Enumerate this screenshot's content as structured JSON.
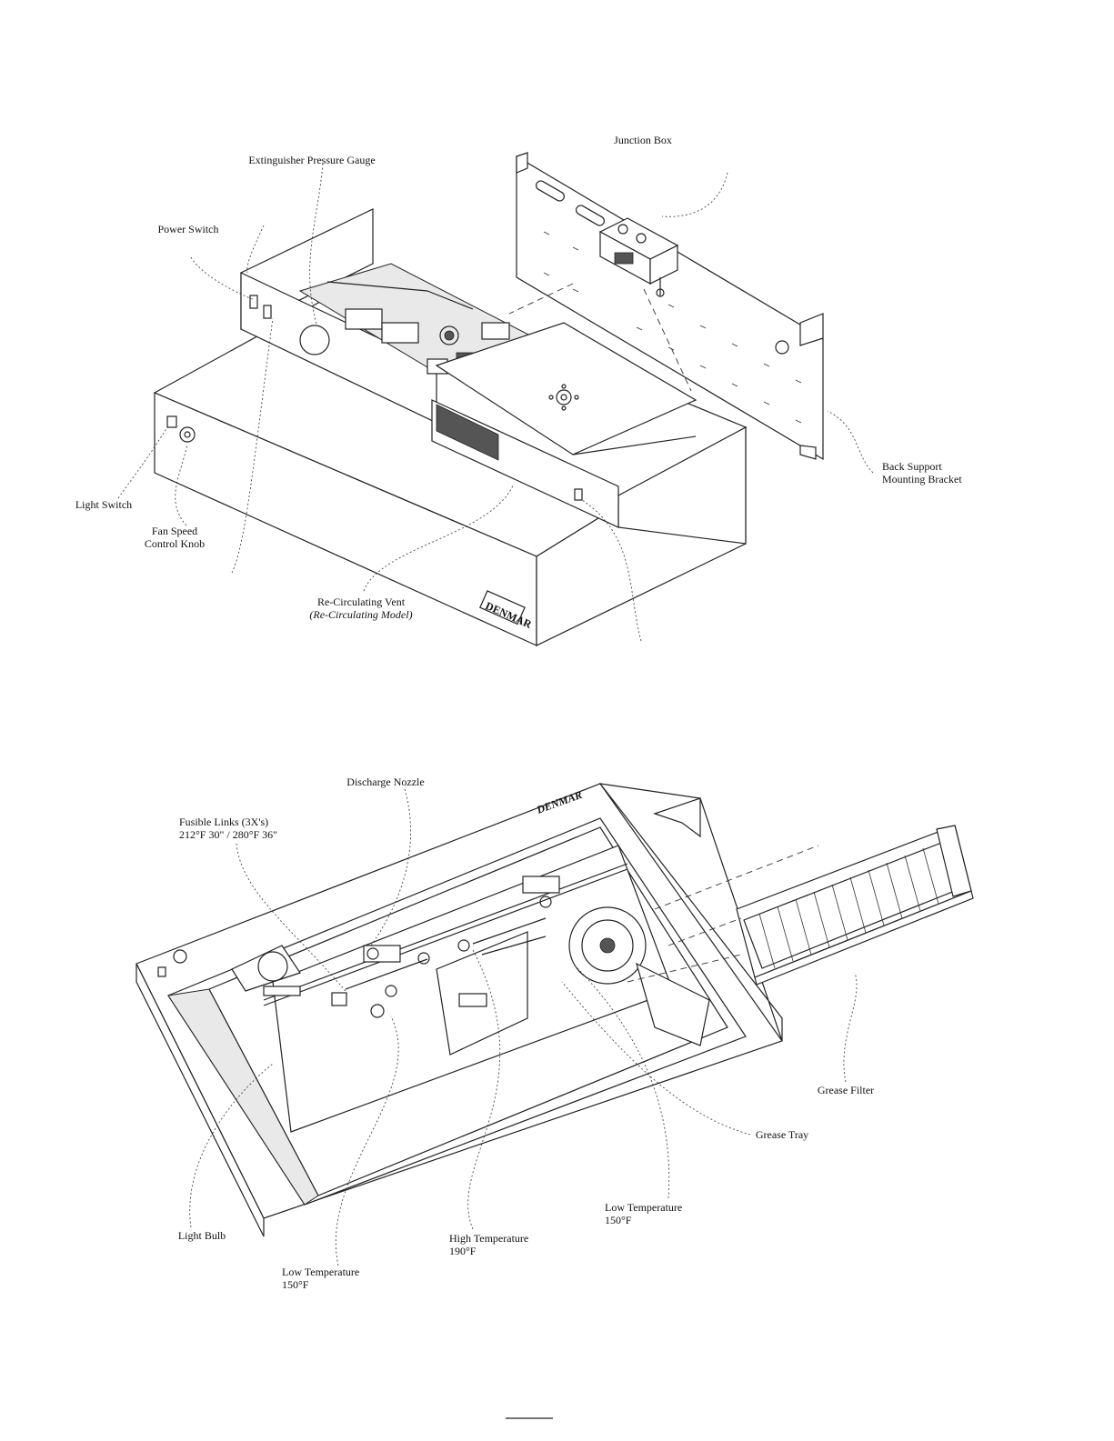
{
  "page_footer": "",
  "brand_mark": "DENMAR",
  "upper_view": {
    "labels": {
      "junction_box": "Junction Box",
      "extinguisher_pressure_gauge": "Extinguisher Pressure Gauge",
      "power_switch": "Power Switch",
      "light_switch": "Light Switch",
      "fan_speed_line1": "Fan Speed",
      "fan_speed_line2": "Control Knob",
      "back_support_line1": "Back Support",
      "back_support_line2": "Mounting Bracket",
      "recirculating_vent_line1": "Re-Circulating Vent",
      "recirculating_vent_line2": "(Re-Circulating Model)"
    }
  },
  "lower_view": {
    "labels": {
      "discharge_nozzle": "Discharge Nozzle",
      "fusible_links_line1": "Fusible Links (3X's)",
      "fusible_links_line2": "212°F 30\" / 280°F 36\"",
      "grease_filter": "Grease Filter",
      "grease_tray": "Grease Tray",
      "low_temp_right_line1": "Low Temperature",
      "low_temp_right_line2": "150°F",
      "high_temp_line1": "High Temperature",
      "high_temp_line2": "190°F",
      "light_bulb": "Light Bulb",
      "low_temp_left_line1": "Low Temperature",
      "low_temp_left_line2": "150°F"
    }
  },
  "colors": {
    "ink": "#111111",
    "paper": "#ffffff"
  }
}
